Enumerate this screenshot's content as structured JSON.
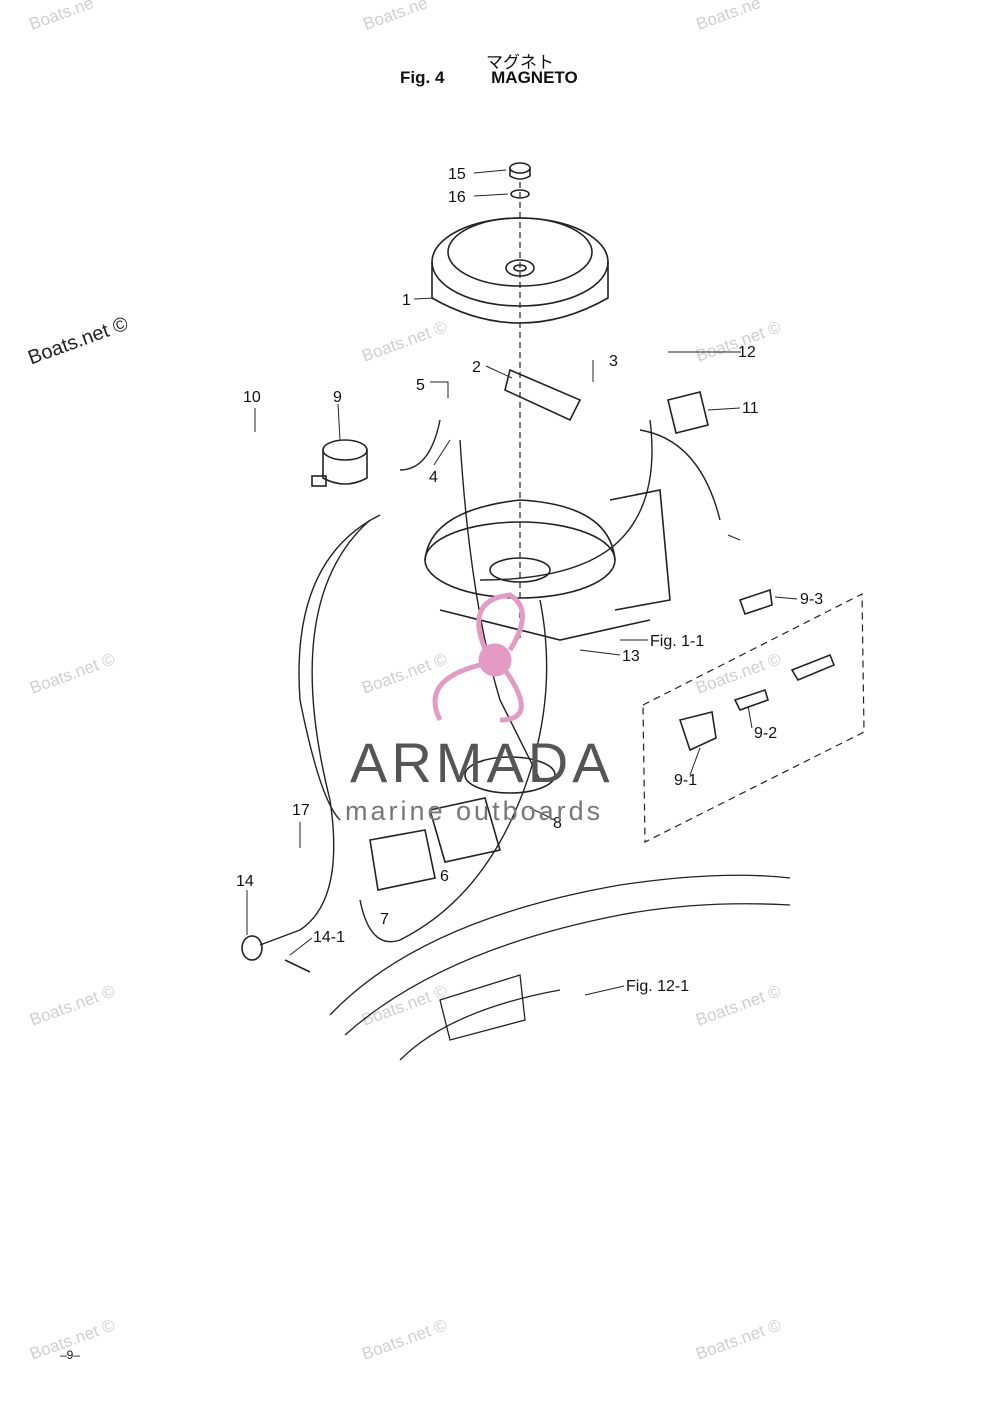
{
  "header": {
    "title_jp": "マグネト",
    "fig_label": "Fig. 4",
    "title_en": "MAGNETO"
  },
  "watermarks": {
    "boats_net": "Boats.net ©",
    "boats_net_partial": "Boats.ne"
  },
  "brand": {
    "name": "ARMADA",
    "tagline": "marine outboards",
    "logo_color": "#e39ac4"
  },
  "callouts": [
    "1",
    "2",
    "3",
    "4",
    "5",
    "6",
    "7",
    "8",
    "9",
    "9-1",
    "9-2",
    "9-3",
    "10",
    "11",
    "12",
    "13",
    "14",
    "14-1",
    "15",
    "16",
    "17"
  ],
  "references": [
    "Fig. 1-1",
    "Fig. 12-1"
  ],
  "footer": {
    "page_number": "–9–"
  }
}
